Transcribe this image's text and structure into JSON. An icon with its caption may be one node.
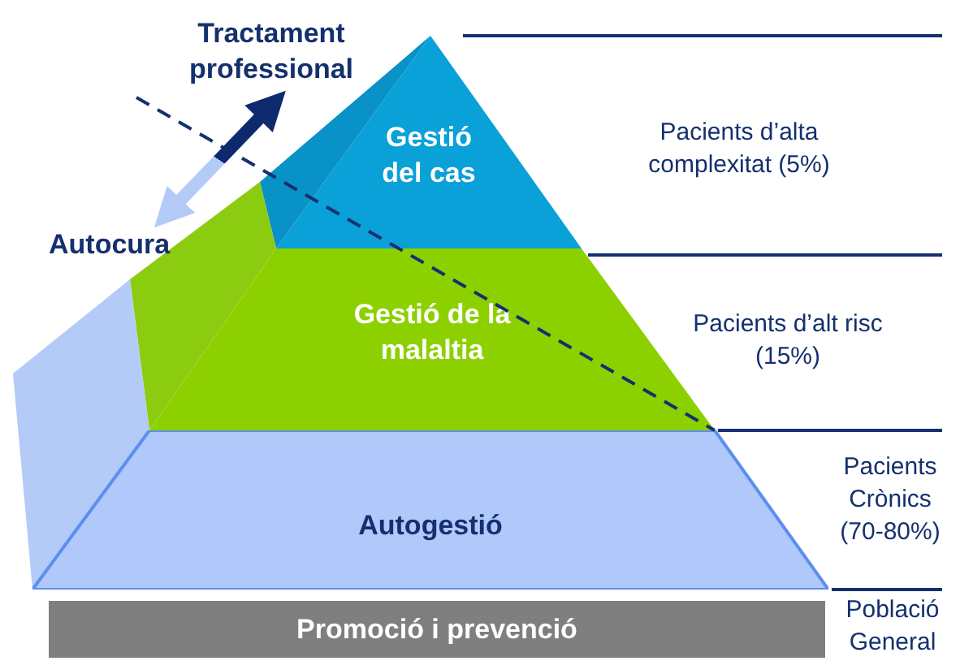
{
  "diagram": {
    "nodes": [
      {
        "text": [
          "Tractament professional"
        ]
      },
      {
        "text": [
          "Autocura"
        ]
      },
      {
        "text": [
          "Gestió del cas"
        ]
      },
      {
        "text": [
          "Gestió de la malaltia"
        ]
      },
      {
        "text": [
          "Autogestió"
        ]
      },
      {
        "text": [
          "Promoció i prevenció"
        ]
      }
    ],
    "edges": [
      {
        "from": 1,
        "to": 0,
        "arrow": "both",
        "style": "thick"
      }
    ],
    "labels": [
      "Pacients d’alta complexitat (5%)",
      "Pacients d’alt risc (15%)",
      "Pacients Crònics (70-80%)",
      "Població General"
    ]
  }
}
